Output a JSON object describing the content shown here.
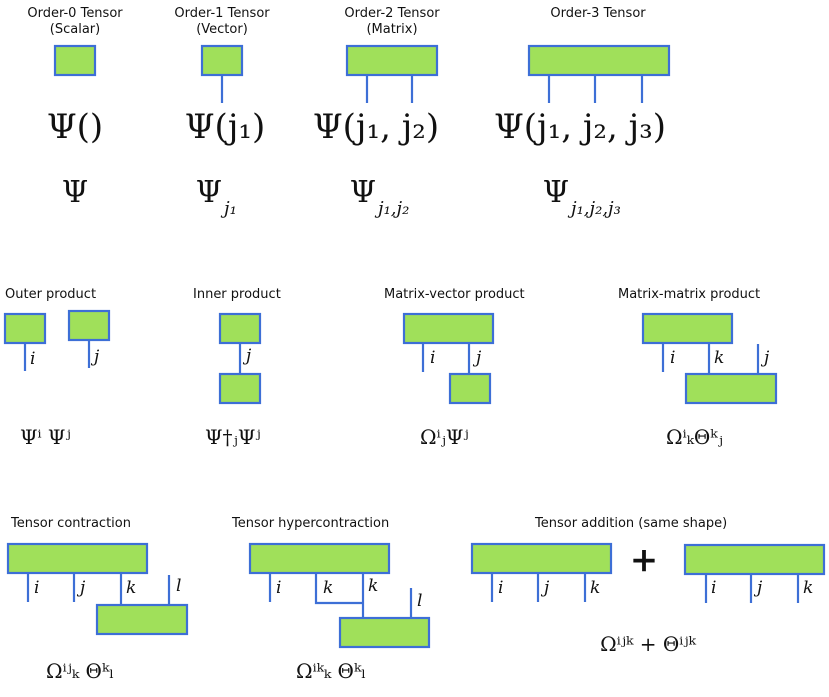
{
  "colors": {
    "node_fill": "#a0e05a",
    "node_stroke": "#3d6fd6",
    "text": "#111111",
    "background": "#ffffff"
  },
  "row1": {
    "order0": {
      "title": "Order-0 Tensor",
      "subtitle": "(Scalar)",
      "func": "Ψ()",
      "sym": "Ψ",
      "sub": ""
    },
    "order1": {
      "title": "Order-1 Tensor",
      "subtitle": "(Vector)",
      "func": "Ψ(j₁)",
      "sym": "Ψ",
      "sub": "j₁"
    },
    "order2": {
      "title": "Order-2 Tensor",
      "subtitle": "(Matrix)",
      "func": "Ψ(j₁, j₂)",
      "sym": "Ψ",
      "sub": "j₁,j₂"
    },
    "order3": {
      "title": "Order-3 Tensor",
      "subtitle": "",
      "func": "Ψ(j₁, j₂, j₃)",
      "sym": "Ψ",
      "sub": "j₁,j₂,j₃"
    }
  },
  "row2": {
    "outer": {
      "title": "Outer product",
      "legs": [
        "i",
        "j"
      ],
      "formula": "Ψⁱ Ψʲ"
    },
    "inner": {
      "title": "Inner product",
      "legs": [
        "j"
      ],
      "formula": "Ψ†ⱼΨʲ"
    },
    "matvec": {
      "title": "Matrix-vector product",
      "legs": [
        "i",
        "j"
      ],
      "formula": "ΩⁱⱼΨʲ"
    },
    "matmat": {
      "title": "Matrix-matrix product",
      "legs": [
        "i",
        "k",
        "j"
      ],
      "formula": "ΩⁱₖΘᵏⱼ"
    }
  },
  "row3": {
    "contraction": {
      "title": "Tensor contraction",
      "legs": [
        "i",
        "j",
        "k",
        "l"
      ],
      "formula": "Ωⁱʲₖ Θᵏₗ"
    },
    "hyper": {
      "title": "Tensor hypercontraction",
      "legs": [
        "i",
        "k",
        "k",
        "l"
      ],
      "formula": "Ωⁱᵏₖ Θᵏₗ"
    },
    "addition": {
      "title": "Tensor addition (same shape)",
      "legs": [
        "i",
        "j",
        "k"
      ],
      "plus": "+",
      "formula": "Ωⁱʲᵏ + Θⁱʲᵏ"
    }
  }
}
